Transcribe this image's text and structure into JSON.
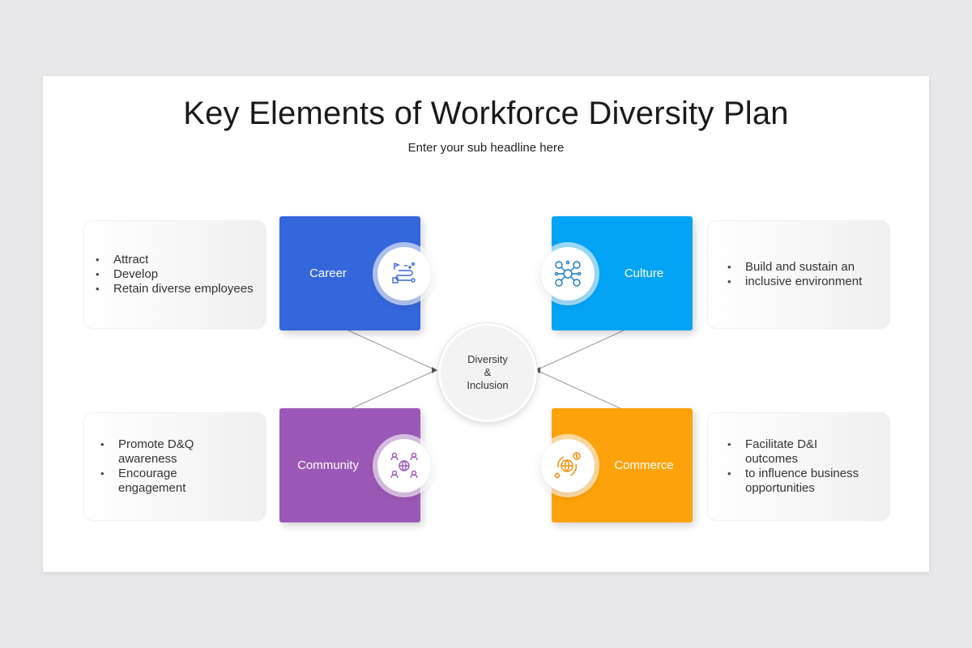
{
  "header": {
    "title": "Key Elements of Workforce Diversity Plan",
    "subtitle": "Enter your sub headline here"
  },
  "center": {
    "line1": "Diversity",
    "line2": "&",
    "line3": "Inclusion"
  },
  "elements": [
    {
      "label": "Career",
      "color": "#3466dc",
      "icon": "career-path-icon",
      "bullets": [
        "Attract",
        "Develop",
        "Retain diverse employees"
      ]
    },
    {
      "label": "Culture",
      "color": "#03a3f5",
      "icon": "network-people-icon",
      "bullets": [
        "Build and sustain an",
        "inclusive environment"
      ]
    },
    {
      "label": "Community",
      "color": "#9b58b6",
      "icon": "community-globe-icon",
      "bullets": [
        "Promote D&Q awareness",
        "Encourage engagement"
      ]
    },
    {
      "label": "Commerce",
      "color": "#fda20a",
      "icon": "commerce-globe-icon",
      "bullets": [
        "Facilitate D&I outcomes",
        "to influence business opportunities"
      ]
    }
  ]
}
